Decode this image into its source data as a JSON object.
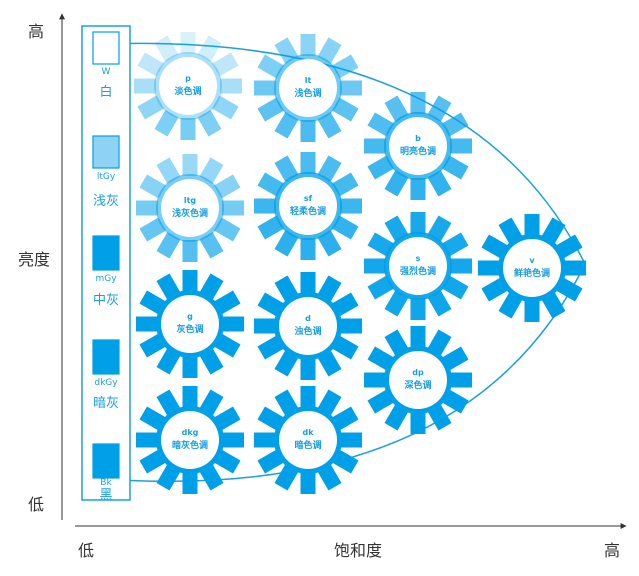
{
  "axes": {
    "y_label": "亮度",
    "y_high": "高",
    "y_low": "低",
    "x_label": "饱和度",
    "x_low": "低",
    "x_high": "高"
  },
  "colors": {
    "accent": "#00a0e9",
    "axis": "#333333",
    "label": "#1aa0e0"
  },
  "grays": [
    {
      "code": "W",
      "name": "白",
      "fill": "#ffffff"
    },
    {
      "code": "ltGy",
      "name": "浅灰",
      "fill": "#8fd3f4"
    },
    {
      "code": "mGy",
      "name": "中灰",
      "fill": "#00a0e9"
    },
    {
      "code": "dkGy",
      "name": "暗灰",
      "fill": "#00a0e9"
    },
    {
      "code": "Bk",
      "name": "黑",
      "fill": "#00a0e9"
    }
  ],
  "tones": [
    {
      "code": "p",
      "name": "淡色调",
      "fade": 0.85
    },
    {
      "code": "lt",
      "name": "浅色调",
      "fade": 0.55
    },
    {
      "code": "b",
      "name": "明亮色调",
      "fade": 0.35
    },
    {
      "code": "ltg",
      "name": "浅灰色调",
      "fade": 0.6
    },
    {
      "code": "sf",
      "name": "轻柔色调",
      "fade": 0.3
    },
    {
      "code": "s",
      "name": "强烈色调",
      "fade": 0.1
    },
    {
      "code": "v",
      "name": "鲜艳色调",
      "fade": 0.0
    },
    {
      "code": "g",
      "name": "灰色调",
      "fade": 0.0
    },
    {
      "code": "d",
      "name": "浊色调",
      "fade": 0.0
    },
    {
      "code": "dp",
      "name": "深色调",
      "fade": 0.0
    },
    {
      "code": "dkg",
      "name": "暗灰色调",
      "fade": 0.0
    },
    {
      "code": "dk",
      "name": "暗色调",
      "fade": 0.0
    }
  ]
}
